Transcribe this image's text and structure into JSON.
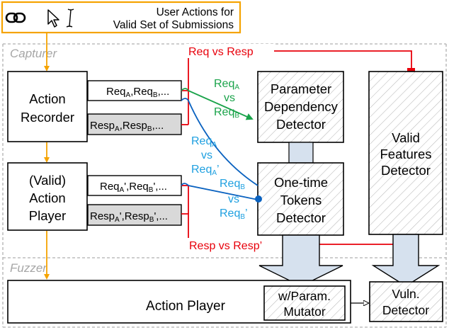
{
  "colors": {
    "orange": "#f5a300",
    "red": "#e8000b",
    "green": "#1aa34a",
    "blue": "#0a62c0",
    "cyan": "#1fa0e0",
    "gray_region": "#a6a6a6",
    "tag_fill": "#d9d9d9",
    "connector_fill": "#d6e1ee"
  },
  "user_actions": {
    "icons": [
      "link-icon",
      "cursor-icon",
      "text-cursor-icon"
    ],
    "line1": "User Actions for",
    "line2": "Valid Set of Submissions"
  },
  "regions": {
    "capturer": "Capturer",
    "fuzzer": "Fuzzer"
  },
  "action_recorder": {
    "line1": "Action",
    "line2": "Recorder"
  },
  "action_player_valid": {
    "line1": "(Valid)",
    "line2": "Action",
    "line3": "Player"
  },
  "tags": {
    "req": {
      "a": "Req",
      "a_sub": "A",
      "b": ",Req",
      "b_sub": "B",
      "rest": ",..."
    },
    "resp": {
      "a": "Resp",
      "a_sub": "A",
      "b": ",Resp",
      "b_sub": "B",
      "rest": ",..."
    },
    "req_prime": {
      "a": "Req",
      "a_sub": "A",
      "a_rest": "',Req",
      "b_sub": "B",
      "rest": "',..."
    },
    "resp_prime": {
      "a": "Resp",
      "a_sub": "A",
      "a_rest": "',Resp",
      "b_sub": "B",
      "rest": "',..."
    }
  },
  "labels": {
    "req_vs_resp": "Req vs Resp",
    "resp_vs_resp_prime": "Resp vs Resp’",
    "green": {
      "top": "Req",
      "top_sub": "A",
      "mid": "vs",
      "bot": "Req",
      "bot_sub": "B"
    },
    "blue_a": {
      "top": "Req",
      "top_sub": "A",
      "mid": "vs",
      "bot": "Req",
      "bot_sub": "A",
      "bot_prime": "’"
    },
    "blue_b": {
      "top": "Req",
      "top_sub": "B",
      "mid": "vs",
      "bot": "Req",
      "bot_sub": "B",
      "bot_prime": "’"
    }
  },
  "parameter_detector": {
    "line1": "Parameter",
    "line2": "Dependency",
    "line3": "Detector"
  },
  "onetime_detector": {
    "line1": "One-time",
    "line2": "Tokens",
    "line3": "Detector"
  },
  "valid_features_detector": {
    "line1": "Valid",
    "line2": "Features",
    "line3": "Detector"
  },
  "fuzzer": {
    "action_player": "Action Player",
    "mutator": {
      "line1": "w/Param.",
      "line2": "Mutator"
    },
    "vuln_detector": {
      "line1": "Vuln.",
      "line2": "Detector"
    }
  }
}
